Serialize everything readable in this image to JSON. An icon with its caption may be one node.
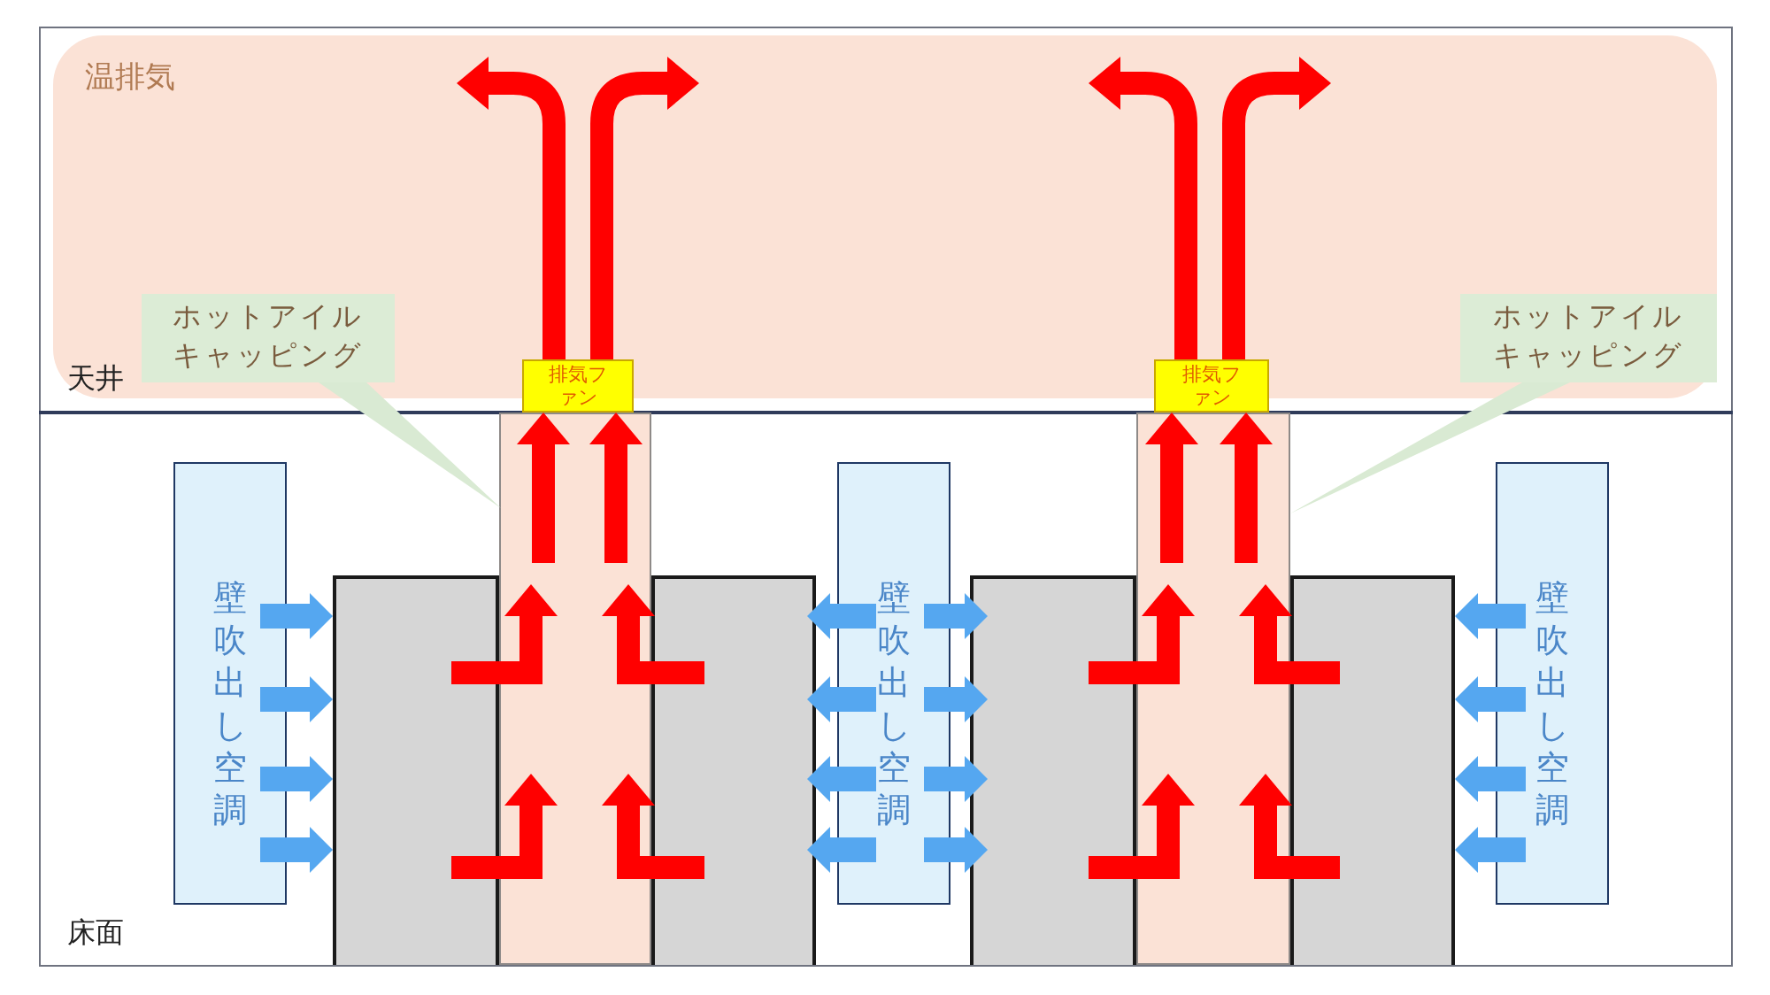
{
  "diagram": {
    "nodes": [
      {
        "text": [
          "温排気"
        ]
      },
      {
        "text": [
          "ホットアイルキャッピング"
        ],
        "in": 0
      },
      {
        "text": [
          "ホットアイルキャッピング"
        ],
        "in": 0
      },
      {
        "text": [
          "排気ファン"
        ]
      },
      {
        "text": [
          "排気ファン"
        ]
      },
      {
        "text": [
          "壁吹出し空調"
        ]
      },
      {
        "text": [
          "壁吹出し空調"
        ]
      },
      {
        "text": [
          "壁吹出し空調"
        ]
      },
      {
        "text": [],
        "shape": "box"
      },
      {
        "text": [],
        "shape": "box"
      },
      {
        "text": [],
        "shape": "box"
      },
      {
        "text": [],
        "shape": "box"
      },
      {
        "text": [],
        "shape": "box"
      },
      {
        "text": [],
        "shape": "box"
      }
    ],
    "edges": [
      {
        "from": 3,
        "to": 0,
        "arrow": "to",
        "color": "#ff0000"
      },
      {
        "from": 3,
        "to": 0,
        "arrow": "to",
        "color": "#ff0000"
      },
      {
        "from": 4,
        "to": 0,
        "arrow": "to",
        "color": "#ff0000"
      },
      {
        "from": 4,
        "to": 0,
        "arrow": "to",
        "color": "#ff0000"
      },
      {
        "from": 9,
        "to": 3,
        "arrow": "to",
        "color": "#ff0000"
      },
      {
        "from": 9,
        "to": 3,
        "arrow": "to",
        "color": "#ff0000"
      },
      {
        "from": 12,
        "to": 4,
        "arrow": "to",
        "color": "#ff0000"
      },
      {
        "from": 12,
        "to": 4,
        "arrow": "to",
        "color": "#ff0000"
      },
      {
        "from": 8,
        "to": 9,
        "arrow": "to",
        "color": "#ff0000"
      },
      {
        "from": 8,
        "to": 9,
        "arrow": "to",
        "color": "#ff0000"
      },
      {
        "from": 10,
        "to": 9,
        "arrow": "to",
        "color": "#ff0000"
      },
      {
        "from": 10,
        "to": 9,
        "arrow": "to",
        "color": "#ff0000"
      },
      {
        "from": 11,
        "to": 12,
        "arrow": "to",
        "color": "#ff0000"
      },
      {
        "from": 11,
        "to": 12,
        "arrow": "to",
        "color": "#ff0000"
      },
      {
        "from": 13,
        "to": 12,
        "arrow": "to",
        "color": "#ff0000"
      },
      {
        "from": 13,
        "to": 12,
        "arrow": "to",
        "color": "#ff0000"
      },
      {
        "from": 5,
        "to": 8,
        "arrow": "to",
        "color": "#55a7f0"
      },
      {
        "from": 5,
        "to": 8,
        "arrow": "to",
        "color": "#55a7f0"
      },
      {
        "from": 5,
        "to": 8,
        "arrow": "to",
        "color": "#55a7f0"
      },
      {
        "from": 5,
        "to": 8,
        "arrow": "to",
        "color": "#55a7f0"
      },
      {
        "from": 6,
        "to": 10,
        "arrow": "to",
        "color": "#55a7f0"
      },
      {
        "from": 6,
        "to": 10,
        "arrow": "to",
        "color": "#55a7f0"
      },
      {
        "from": 6,
        "to": 10,
        "arrow": "to",
        "color": "#55a7f0"
      },
      {
        "from": 6,
        "to": 10,
        "arrow": "to",
        "color": "#55a7f0"
      },
      {
        "from": 6,
        "to": 11,
        "arrow": "to",
        "color": "#55a7f0"
      },
      {
        "from": 6,
        "to": 11,
        "arrow": "to",
        "color": "#55a7f0"
      },
      {
        "from": 6,
        "to": 11,
        "arrow": "to",
        "color": "#55a7f0"
      },
      {
        "from": 6,
        "to": 11,
        "arrow": "to",
        "color": "#55a7f0"
      },
      {
        "from": 7,
        "to": 13,
        "arrow": "to",
        "color": "#55a7f0"
      },
      {
        "from": 7,
        "to": 13,
        "arrow": "to",
        "color": "#55a7f0"
      },
      {
        "from": 7,
        "to": 13,
        "arrow": "to",
        "color": "#55a7f0"
      },
      {
        "from": 7,
        "to": 13,
        "arrow": "to",
        "color": "#55a7f0"
      },
      {
        "from": 1,
        "to": 9,
        "arrow": "none",
        "color": "#d9ead3"
      },
      {
        "from": 2,
        "to": 12,
        "arrow": "none",
        "color": "#d9ead3"
      }
    ],
    "labels": [
      "天井",
      "床面"
    ]
  }
}
